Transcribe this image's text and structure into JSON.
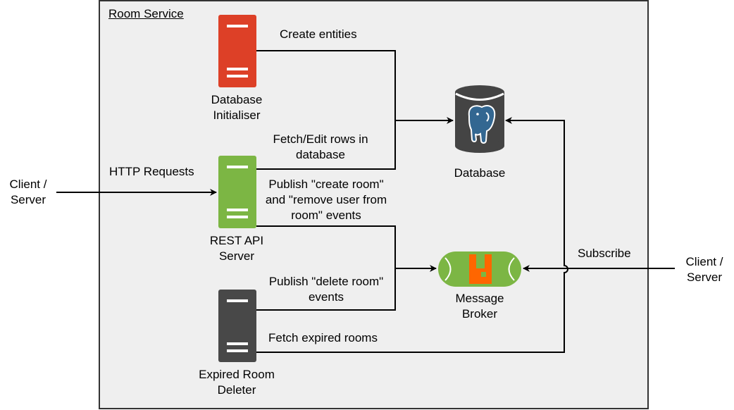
{
  "diagram": {
    "title": "Room Service",
    "components": {
      "db_init": {
        "line1": "Database",
        "line2": "Initialiser",
        "color": "#DD4027"
      },
      "rest_api": {
        "line1": "REST API",
        "line2": "Server",
        "color": "#7CB644"
      },
      "deleter": {
        "line1": "Expired Room",
        "line2": "Deleter",
        "color": "#484848"
      },
      "database": {
        "label": "Database",
        "icon": "postgresql-elephant-icon",
        "color": "#444444"
      },
      "broker": {
        "line1": "Message",
        "line2": "Broker",
        "icon": "rabbitmq-icon",
        "color": "#7CB644",
        "accent": "#FF6600"
      }
    },
    "external": {
      "left": {
        "line1": "Client /",
        "line2": "Server"
      },
      "right": {
        "line1": "Client /",
        "line2": "Server"
      }
    },
    "edges": {
      "create_entities": "Create entities",
      "fetch_edit_1": "Fetch/Edit rows in",
      "fetch_edit_2": "database",
      "http_requests": "HTTP Requests",
      "publish_create_1": "Publish \"create room\"",
      "publish_create_2": "and \"remove user from",
      "publish_create_3": "room\" events",
      "publish_delete_1": "Publish \"delete room\"",
      "publish_delete_2": "events",
      "fetch_expired": "Fetch expired rooms",
      "subscribe": "Subscribe"
    },
    "colors": {
      "frame_fill": "#EFEFEF",
      "frame_stroke": "#333333"
    }
  }
}
